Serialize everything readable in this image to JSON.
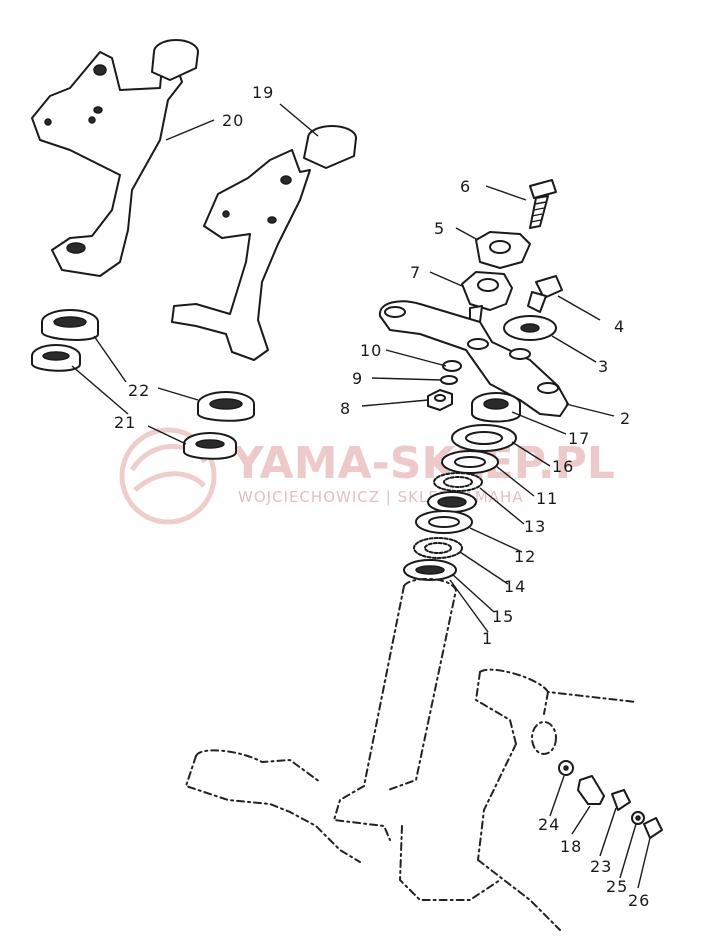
{
  "watermark": {
    "title": "YAMA-SKLEP.PL",
    "subtitle": "WOJCIECHOWICZ | SKLEP YAMAHA",
    "color": "#e8b7b7"
  },
  "callouts": {
    "c1": "1",
    "c2": "2",
    "c3": "3",
    "c4": "4",
    "c5": "5",
    "c6": "6",
    "c7": "7",
    "c8": "8",
    "c9": "9",
    "c10": "10",
    "c11": "11",
    "c12": "12",
    "c13": "13",
    "c14": "14",
    "c15": "15",
    "c16": "16",
    "c17": "17",
    "c18": "18",
    "c19": "19",
    "c20": "20",
    "c21": "21",
    "c22": "22",
    "c23": "23",
    "c24": "24",
    "c25": "25",
    "c26": "26"
  }
}
